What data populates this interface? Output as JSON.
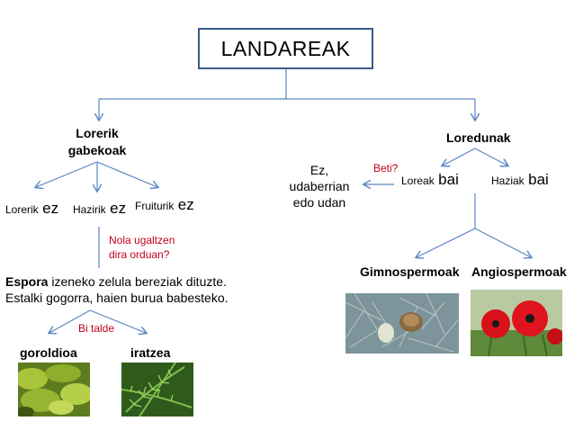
{
  "title": "LANDAREAK",
  "left_branch": {
    "label": "Lorerik gabekoak",
    "label_line1": "Lorerik",
    "label_line2": "gabekoak",
    "items": [
      {
        "word": "Lorerik",
        "neg": "ez"
      },
      {
        "word": "Hazirik",
        "neg": "ez"
      },
      {
        "word": "Fruiturik",
        "neg": "ez"
      }
    ],
    "question_line1": "Nola ugaltzen",
    "question_line2": "dira orduan?",
    "spore_bold": "Espora",
    "spore_rest": " izeneko zelula bereziak dituzte.",
    "spore_line2": "Estalki gogorra, haien burua babesteko.",
    "groups_label": "Bi talde",
    "groups": [
      "goroldioa",
      "iratzea"
    ]
  },
  "right_branch": {
    "label": "Loredunak",
    "items": [
      {
        "word": "Loreak",
        "pos": "bai"
      },
      {
        "word": "Haziak",
        "pos": "bai"
      }
    ],
    "question": "Beti?",
    "answer_line1": "Ez,",
    "answer_line2": "udaberrian",
    "answer_line3": "edo udan",
    "groups": [
      "Gimnospermoak",
      "Angiospermoak"
    ]
  },
  "colors": {
    "line": "#5b86c4",
    "title_border": "#3b5a8a",
    "accent_red": "#c0001a",
    "moss": "#7a9a2a",
    "fern": "#4f8a2e",
    "conifer": "#8aa0a8",
    "poppy": "#d8101a"
  }
}
